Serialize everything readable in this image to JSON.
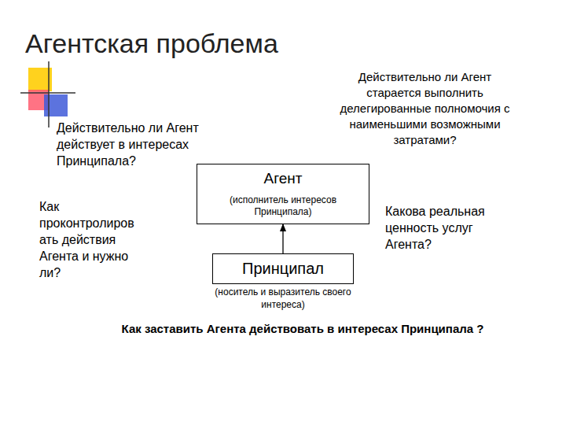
{
  "diagram": {
    "title": "Агентская проблема",
    "nodes": [
      {
        "text": [
          "Агент",
          "(исполнитель интересов Принципала)"
        ]
      },
      {
        "text": [
          "Принципал",
          "(носитель и выразитель своего интереса)"
        ]
      }
    ],
    "edges": [
      {
        "from": 1,
        "to": 0,
        "arrow": "to"
      }
    ],
    "labels": [
      "Действительно ли Агент старается выполнить делегированные полномочия с наименьшими возможными затратами?",
      "Действительно ли Агент действует в интересах Принципала?",
      "Как проконтролиров ать действия Агента и нужно ли?",
      "Какова реальная ценность услуг Агента?",
      "Как заставить Агента действовать в интересах Принципала ?"
    ]
  }
}
